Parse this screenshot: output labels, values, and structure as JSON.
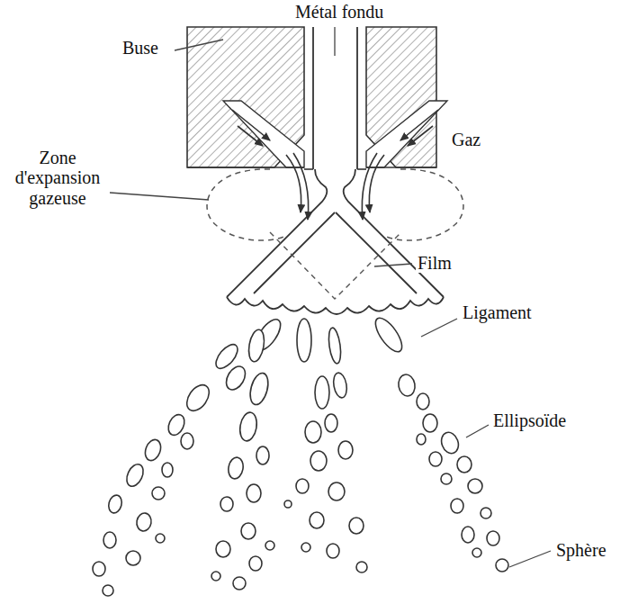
{
  "diagram": {
    "labels": [
      "Métal fondu",
      "Buse",
      "Gaz",
      "Zone d'expansion gazeuse",
      "Film",
      "Ligament",
      "Ellipsoïde",
      "Sphère"
    ]
  }
}
